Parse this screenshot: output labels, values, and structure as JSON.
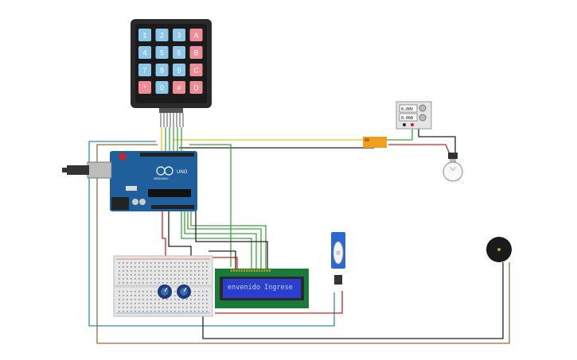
{
  "keypad": {
    "keys": [
      "1",
      "2",
      "3",
      "A",
      "4",
      "5",
      "6",
      "B",
      "7",
      "8",
      "9",
      "C",
      "*",
      "0",
      "#",
      "D"
    ],
    "colors": {
      "digit": "#8ec8e8",
      "letter": "#f08c96",
      "star": "#f08c96",
      "hash": "#f08c96"
    }
  },
  "arduino": {
    "label": "UNO",
    "brand": "ARDUINO",
    "color": "#1f5f9c"
  },
  "lcd": {
    "text": "envenido Ingrese",
    "bg": "#2a3fd0",
    "text_color": "#c8d0ff"
  },
  "power_supply": {
    "line1": "0.00V",
    "line2": "0.00A"
  },
  "wires": {
    "red": "#d42020",
    "black": "#222222",
    "green": "#3aa83a",
    "yellow": "#e6c21a",
    "blue": "#2a8ad0",
    "brown": "#9a6a3a",
    "orange": "#f0a020"
  }
}
